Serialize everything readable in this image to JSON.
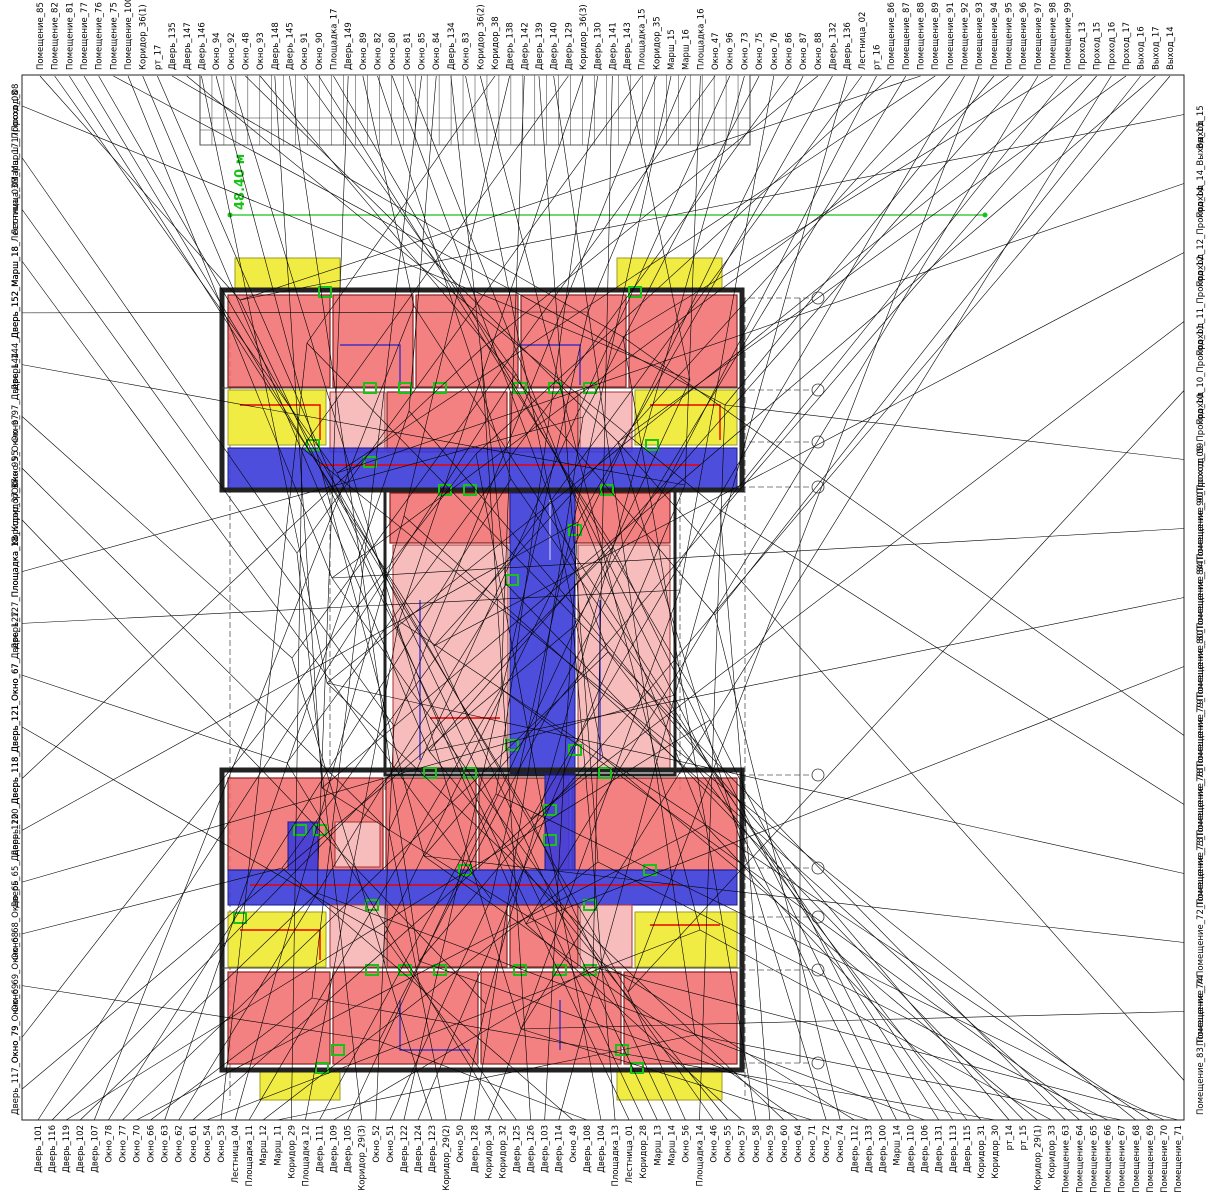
{
  "measure": {
    "text": "48.40 м",
    "color": "#19c119"
  },
  "colors": {
    "room": "#f26b6b",
    "room_light": "#f7bcbc",
    "corridor": "#3b3bd9",
    "stair": "#f1ec44",
    "door": "#19c119",
    "route": "#e00000"
  },
  "labels_top": [
    "Помещение_85",
    "Помещение_82",
    "Помещение_81",
    "Помещение_77",
    "Помещение_76",
    "Помещение_75",
    "Помещение_100",
    "Коридор_36(1)",
    "рт_17",
    "Дверь_135",
    "Дверь_147",
    "Дверь_146",
    "Окно_94",
    "Окно_92",
    "Окно_48",
    "Окно_93",
    "Дверь_148",
    "Дверь_145",
    "Окно_91",
    "Окно_90",
    "Площадка_17",
    "Дверь_149",
    "Окно_89",
    "Окно_82",
    "Окно_80",
    "Окно_81",
    "Окно_85",
    "Окно_84",
    "Дверь_134",
    "Окно_83",
    "Коридор_36(2)",
    "Коридор_38",
    "Дверь_138",
    "Дверь_142",
    "Дверь_139",
    "Дверь_140",
    "Дверь_129",
    "Коридор_36(3)",
    "Дверь_130",
    "Дверь_141",
    "Дверь_143",
    "Площадка_15",
    "Коридор_35",
    "Марш_15",
    "Марш_16",
    "Площадка_16",
    "Окно_47",
    "Окно_96",
    "Окно_73",
    "Окно_75",
    "Окно_76",
    "Окно_86",
    "Окно_87",
    "Окно_88",
    "Дверь_132",
    "Дверь_136",
    "Лестница_02",
    "рт_16",
    "Помещение_86",
    "Помещение_87",
    "Помещение_88",
    "Помещение_89",
    "Помещение_91",
    "Помещение_92",
    "Помещение_93",
    "Помещение_94",
    "Помещение_95",
    "Помещение_96",
    "Помещение_97",
    "Помещение_98",
    "Помещение_99",
    "Проход_13",
    "Проход_15",
    "Проход_16",
    "Проход_17",
    "Выход_16",
    "Выход_17",
    "Выход_14"
  ],
  "labels_bottom": [
    "Дверь_101",
    "Дверь_116",
    "Дверь_119",
    "Дверь_102",
    "Дверь_107",
    "Окно_78",
    "Окно_77",
    "Окно_70",
    "Окно_66",
    "Окно_63",
    "Окно_62",
    "Окно_61",
    "Окно_54",
    "Окно_53",
    "Лестница_04",
    "Площадка_11",
    "Марш_12",
    "Марш_11",
    "Коридор_29",
    "Площадка_12",
    "Дверь_111",
    "Дверь_109",
    "Дверь_105",
    "Коридор_29(3)",
    "Окно_52",
    "Окно_51",
    "Дверь_122",
    "Дверь_124",
    "Дверь_123",
    "Коридор_29(2)",
    "Окно_50",
    "Дверь_128",
    "Коридор_34",
    "Коридор_32",
    "Дверь_125",
    "Дверь_126",
    "Дверь_103",
    "Дверь_114",
    "Окно_49",
    "Дверь_108",
    "Дверь_104",
    "Площадка_13",
    "Лестница_01",
    "Коридор_28",
    "Марш_13",
    "Марш_14",
    "Окно_56",
    "Площадка_14",
    "Окно_46",
    "Окно_55",
    "Окно_57",
    "Окно_58",
    "Окно_59",
    "Окно_60",
    "Окно_64",
    "Окно_71",
    "Окно_72",
    "Окно_74",
    "Дверь_112",
    "Дверь_133",
    "Дверь_100",
    "Марш_14",
    "Дверь_110",
    "Дверь_106",
    "Дверь_131",
    "Дверь_113",
    "Дверь_115",
    "Коридор_31",
    "Коридор_30",
    "рт_14",
    "рт_15",
    "Коридор_29(1)",
    "Коридор_33",
    "Помещение_63",
    "Помещение_64",
    "Помещение_65",
    "Помещение_66",
    "Помещение_67",
    "Помещение_68",
    "Помещение_69",
    "Помещение_70",
    "Помещение_71"
  ],
  "labels_left": [
    "Проход_08",
    "Марш_17_Проход_08",
    "Лестница_03_Марш_17",
    "Марш_18_Лестница_03",
    "Дверь_152_Марш_18",
    "Дверь_144_Дверь_152",
    "Окно_97_Дверь_144",
    "Окно_95_Окно_97",
    "Коридор_37_Окно_95",
    "Площадка_18_Коридор_37",
    "Дверь_127_Площадка_18",
    "Окно_67_Дверь_127",
    "Дверь_121_Окно_67",
    "Дверь_118_Дверь_121",
    "Дверь_120_Дверь_118",
    "Дверь_65_Дверь_120",
    "Окно_68_Окно_65",
    "Окно_69_Окно_68",
    "Окно_79_Окно_69",
    "Дверь_117_Окно_79"
  ],
  "labels_right": [
    "Выход_15",
    "Проход_14_Выход_15",
    "Проход_12_Проход_14",
    "Проход_11_Проход_12",
    "Проход_10_Проход_11",
    "Проход_09_Проход_10",
    "Помещение_90_Проход_09",
    "Помещение_84_Помещение_90",
    "Помещение_80_Помещение_84",
    "Помещение_79_Помещение_80",
    "Помещение_78_Помещение_79",
    "Помещение_73_Помещение_78",
    "Помещение_72_Помещение_73",
    "Помещение_74",
    "Помещение_83_Помещение_74"
  ],
  "axis_markers": [
    "",
    "",
    "",
    "",
    "",
    "",
    "",
    "",
    "",
    ""
  ]
}
